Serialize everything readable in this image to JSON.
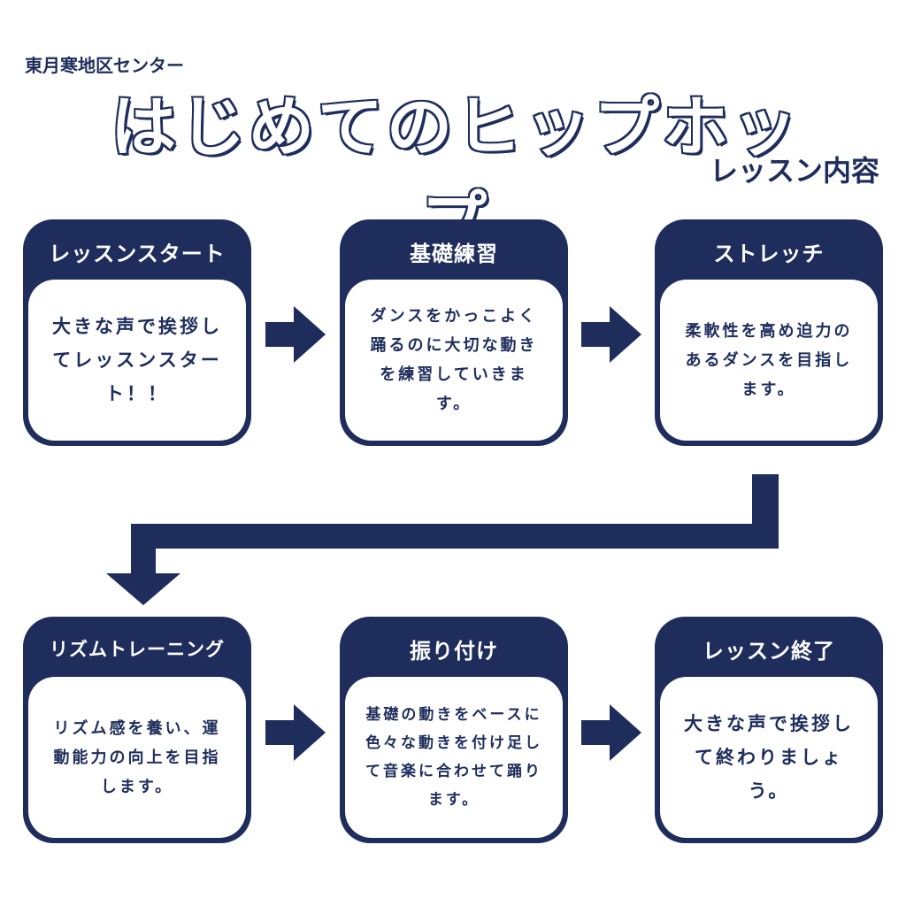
{
  "header": {
    "org": "東月寒地区センター",
    "title": "はじめてのヒップホップ",
    "subtitle": "レッスン内容"
  },
  "steps": [
    {
      "title": "レッスンスタート",
      "body": "大きな声で挨拶してレッスンスタート！！"
    },
    {
      "title": "基礎練習",
      "body": "ダンスをかっこよく踊るのに大切な動きを練習していきます。"
    },
    {
      "title": "ストレッチ",
      "body": "柔軟性を高め迫力のあるダンスを目指します。"
    },
    {
      "title": "リズムトレーニング",
      "body": "リズム感を養い、運動能力の向上を目指します。"
    },
    {
      "title": "振り付け",
      "body": "基礎の動きをベースに色々な動きを付け足して音楽に合わせて踊ります。"
    },
    {
      "title": "レッスン終了",
      "body": "大きな声で挨拶して終わりましょう。"
    }
  ],
  "colors": {
    "navy": "#1e2d5c",
    "white": "#ffffff"
  },
  "icons": [
    "arrow-right-icon",
    "arrow-down-icon"
  ]
}
